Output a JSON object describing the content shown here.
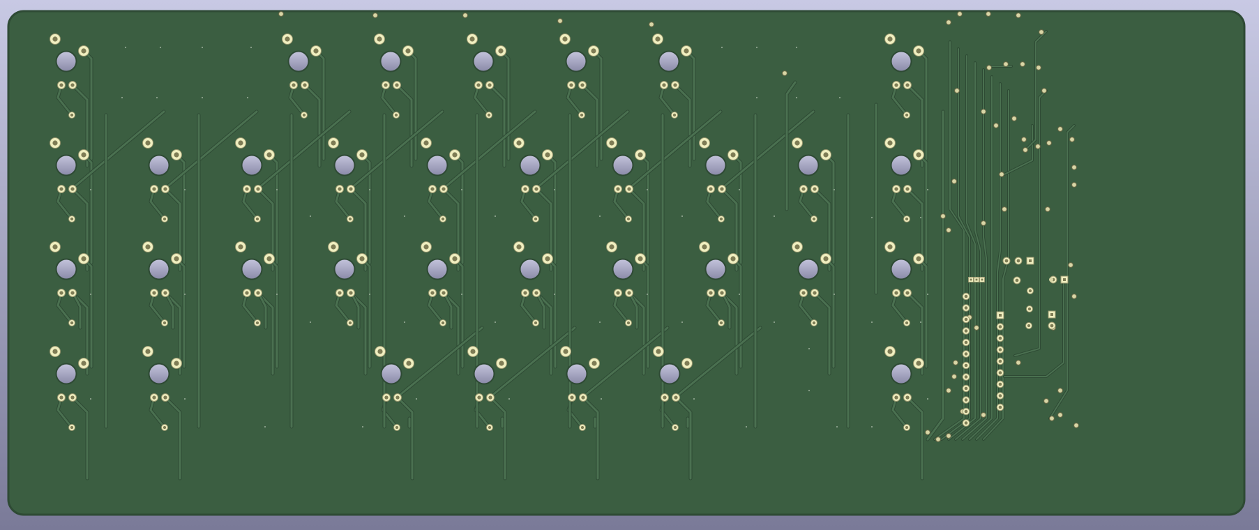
{
  "view": {
    "type": "pcb-3d-render",
    "side": "bottom"
  },
  "colors": {
    "background_top": "#c8c9e4",
    "background_bottom": "#7a7a98",
    "board_fill": "#3b5e41",
    "board_edge": "#2e4a34",
    "trace": "#2f5136",
    "trace_highlight": "#4a7050",
    "pad_ring": "#f0efc0",
    "pad_core": "#7e7c55",
    "hole": "#a8a8c8",
    "via": "#d8d6a6"
  },
  "layout": {
    "rows": [
      {
        "row": 1,
        "keys": 7
      },
      {
        "row": 2,
        "keys": 10
      },
      {
        "row": 3,
        "keys": 10
      },
      {
        "row": 4,
        "keys": 7
      }
    ],
    "total_keys": 34
  },
  "microcontroller_header": {
    "pins_per_side": 12
  }
}
